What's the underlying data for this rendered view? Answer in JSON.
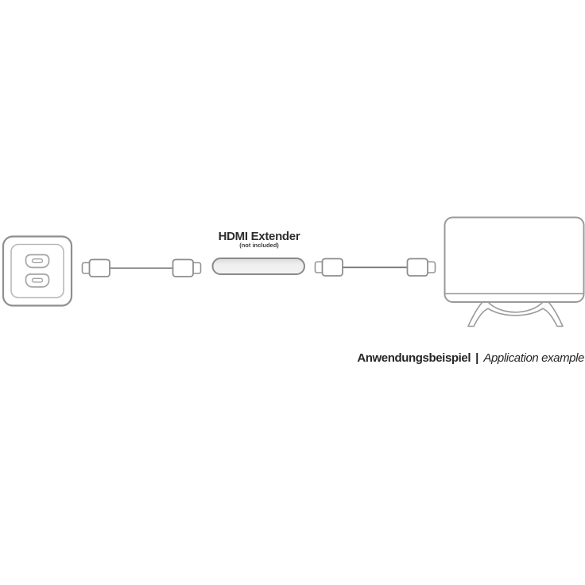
{
  "page": {
    "background": "#ffffff",
    "description": "Application example diagram: HDMI wall socket connected by HDMI cable to an HDMI extender, connected by HDMI cable to a TV"
  },
  "extender": {
    "label": "HDMI Extender",
    "note": "(not included)"
  },
  "caption": {
    "german": "Anwendungsbeispiel",
    "separator": "|",
    "english": "Application example"
  },
  "icons": {
    "wall_socket": "hdmi-wall-socket-icon",
    "cable_left": "hdmi-cable-icon",
    "extender_device": "hdmi-extender-device-icon",
    "cable_right": "hdmi-cable-icon",
    "tv": "tv-icon"
  },
  "colors": {
    "outline_dark": "#8f8f8f",
    "outline_light": "#b9b9b9",
    "port_outline": "#a5a5a5",
    "cable_wire": "#757575",
    "extender_fill": "#f2f2f2",
    "extender_fill_top": "#d8d8d8",
    "text": "#262626"
  }
}
